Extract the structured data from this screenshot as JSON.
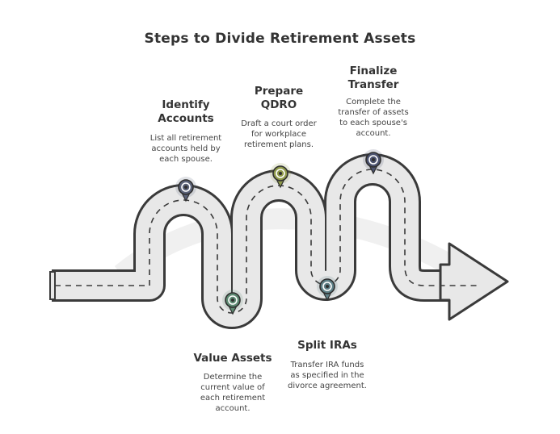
{
  "title": "Steps to Divide Retirement Assets",
  "steps": [
    {
      "title_lines": [
        "Identify",
        "Accounts"
      ],
      "desc_lines": [
        "List all retirement",
        "accounts held by",
        "each spouse."
      ],
      "pin_color": "#5b6278"
    },
    {
      "title_lines": [
        "Value Assets"
      ],
      "desc_lines": [
        "Determine the",
        "current value of",
        "each retirement",
        "account."
      ],
      "pin_color": "#5d8a72"
    },
    {
      "title_lines": [
        "Prepare",
        "QDRO"
      ],
      "desc_lines": [
        "Draft a court order",
        "for workplace",
        "retirement plans."
      ],
      "pin_color": "#8f9a4a"
    },
    {
      "title_lines": [
        "Split IRAs"
      ],
      "desc_lines": [
        "Transfer IRA funds",
        "as specified in the",
        "divorce agreement."
      ],
      "pin_color": "#5f8087"
    },
    {
      "title_lines": [
        "Finalize",
        "Transfer"
      ],
      "desc_lines": [
        "Complete the",
        "transfer of assets",
        "to each spouse's",
        "account."
      ],
      "pin_color": "#4c5370"
    }
  ],
  "colors": {
    "road_fill": "#e8e8e8",
    "road_stroke": "#3a3a3a",
    "text": "#333333"
  }
}
